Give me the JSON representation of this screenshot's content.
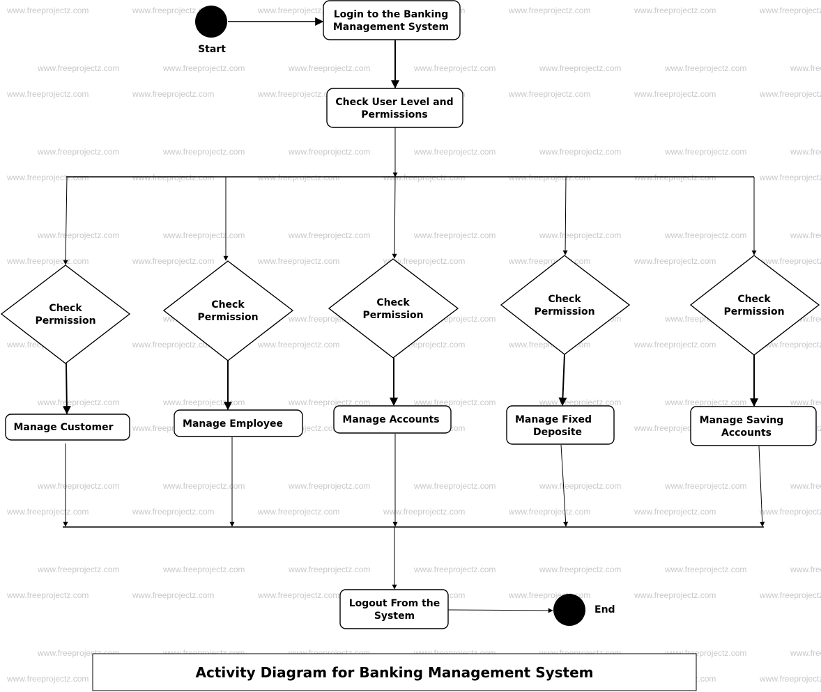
{
  "watermark": "www.freeprojectz.com",
  "title": "Activity Diagram for Banking Management System",
  "start_label": "Start",
  "end_label": "End",
  "login": [
    "Login to the Banking",
    "Management System"
  ],
  "check_user": [
    "Check User Level and",
    "Permissions"
  ],
  "decision_lines": [
    "Check",
    "Permission"
  ],
  "activities": [
    [
      "Manage Customer"
    ],
    [
      "Manage Employee"
    ],
    [
      "Manage Accounts"
    ],
    [
      "Manage Fixed",
      "Deposite"
    ],
    [
      "Manage Saving",
      "Accounts"
    ]
  ],
  "logout": [
    "Logout From the",
    "System"
  ]
}
